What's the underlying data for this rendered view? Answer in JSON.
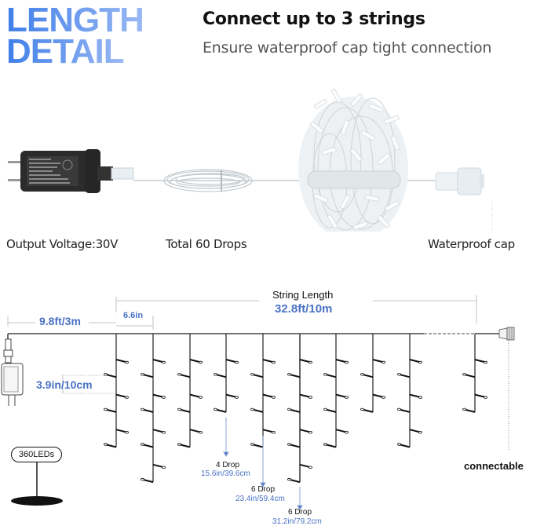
{
  "header": {
    "title_line1": "LENGTH",
    "title_line2": "DETAIL",
    "title_color_start": "#3f7fe8",
    "title_color_end": "#9ab8f4",
    "heading": "Connect up to 3 strings",
    "subheading": "Ensure waterproof cap tight connection"
  },
  "product_photo": {
    "components": [
      "power-adapter",
      "lead-wire-coil",
      "light-bundle",
      "waterproof-cap"
    ],
    "labels": {
      "voltage": "Output Voltage:30V",
      "drops": "Total 60 Drops",
      "cap": "Waterproof cap"
    }
  },
  "diagram": {
    "string_length_label": "String Length",
    "string_length_value": "32.8ft/10m",
    "lead_length": "9.8ft/3m",
    "drop_spacing": "6.6in",
    "led_spacing": "3.9in/10cm",
    "led_count": "360LEDs",
    "connectable_label": "connectable",
    "accent_color": "#4a72c4",
    "drops": [
      {
        "name": "4 Drop",
        "length": "15.6in/39.6cm"
      },
      {
        "name": "6 Drop",
        "length": "23.4in/59.4cm"
      },
      {
        "name": "6 Drop",
        "length": "31.2in/79.2cm"
      }
    ]
  }
}
